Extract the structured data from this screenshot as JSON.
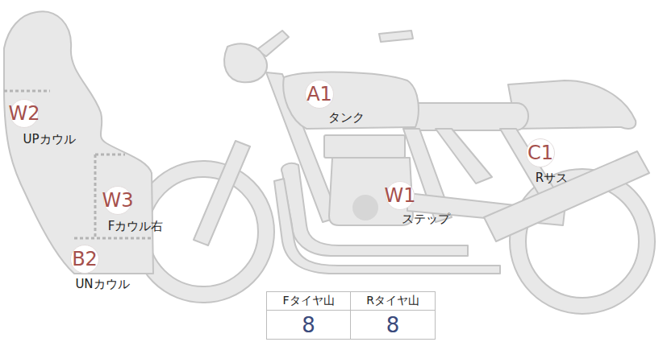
{
  "diagram": {
    "nodes": [
      {
        "text": [
          "W2",
          "UPカウル"
        ]
      },
      {
        "text": [
          "A1",
          "タンク"
        ]
      },
      {
        "text": [
          "C1",
          "Rサス"
        ]
      },
      {
        "text": [
          "W3",
          "Fカウル右"
        ]
      },
      {
        "text": [
          "W1",
          "ステップ"
        ]
      },
      {
        "text": [
          "B2",
          "UNカウル"
        ]
      }
    ],
    "labels": [
      "Fタイヤ山",
      "Rタイヤ山",
      "8",
      "8"
    ]
  }
}
